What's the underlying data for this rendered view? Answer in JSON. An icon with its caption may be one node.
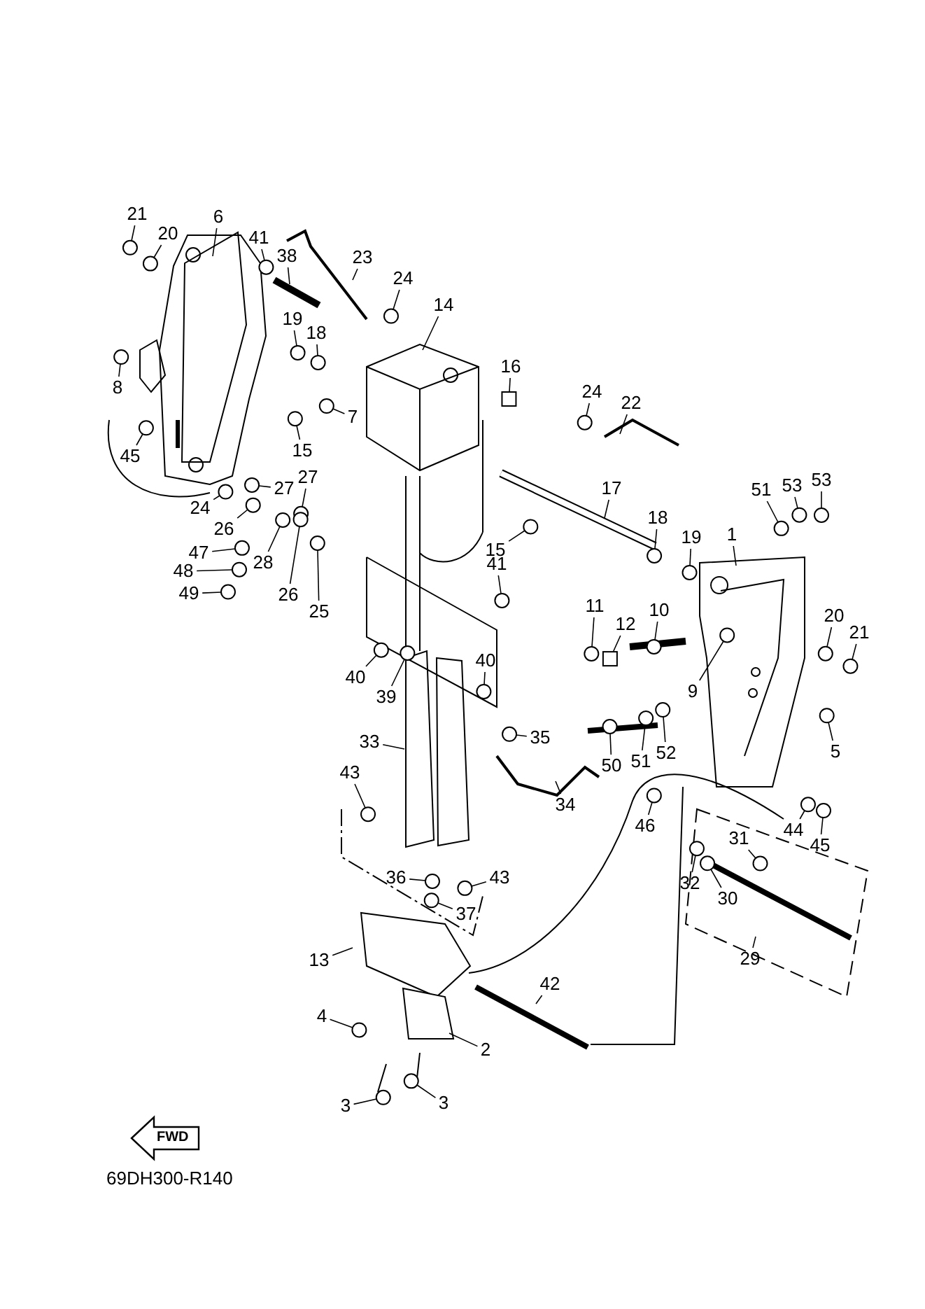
{
  "diagram": {
    "nodes": [
      {
        "text": [
          "21"
        ]
      },
      {
        "text": [
          "20"
        ]
      },
      {
        "text": [
          "6"
        ]
      },
      {
        "text": [
          "41"
        ]
      },
      {
        "text": [
          "38"
        ]
      },
      {
        "text": [
          "23"
        ]
      },
      {
        "text": [
          "24"
        ]
      },
      {
        "text": [
          "14"
        ]
      },
      {
        "text": [
          "19"
        ]
      },
      {
        "text": [
          "18"
        ]
      },
      {
        "text": [
          "8"
        ]
      },
      {
        "text": [
          "7"
        ]
      },
      {
        "text": [
          "15"
        ]
      },
      {
        "text": [
          "16"
        ]
      },
      {
        "text": [
          "24"
        ]
      },
      {
        "text": [
          "22"
        ]
      },
      {
        "text": [
          "45"
        ]
      },
      {
        "text": [
          "17"
        ]
      },
      {
        "text": [
          "51"
        ]
      },
      {
        "text": [
          "53"
        ]
      },
      {
        "text": [
          "53"
        ]
      },
      {
        "text": [
          "18"
        ]
      },
      {
        "text": [
          "27"
        ]
      },
      {
        "text": [
          "27"
        ]
      },
      {
        "text": [
          "24"
        ]
      },
      {
        "text": [
          "26"
        ]
      },
      {
        "text": [
          "1"
        ]
      },
      {
        "text": [
          "19"
        ]
      },
      {
        "text": [
          "15"
        ]
      },
      {
        "text": [
          "47"
        ]
      },
      {
        "text": [
          "28"
        ]
      },
      {
        "text": [
          "48"
        ]
      },
      {
        "text": [
          "26"
        ]
      },
      {
        "text": [
          "25"
        ]
      },
      {
        "text": [
          "49"
        ]
      },
      {
        "text": [
          "41"
        ]
      },
      {
        "text": [
          "11"
        ]
      },
      {
        "text": [
          "10"
        ]
      },
      {
        "text": [
          "12"
        ]
      },
      {
        "text": [
          "20"
        ]
      },
      {
        "text": [
          "21"
        ]
      },
      {
        "text": [
          "9"
        ]
      },
      {
        "text": [
          "40"
        ]
      },
      {
        "text": [
          "39"
        ]
      },
      {
        "text": [
          "40"
        ]
      },
      {
        "text": [
          "35"
        ]
      },
      {
        "text": [
          "33"
        ]
      },
      {
        "text": [
          "50"
        ]
      },
      {
        "text": [
          "51"
        ]
      },
      {
        "text": [
          "52"
        ]
      },
      {
        "text": [
          "5"
        ]
      },
      {
        "text": [
          "43"
        ]
      },
      {
        "text": [
          "34"
        ]
      },
      {
        "text": [
          "46"
        ]
      },
      {
        "text": [
          "44"
        ]
      },
      {
        "text": [
          "45"
        ]
      },
      {
        "text": [
          "32"
        ]
      },
      {
        "text": [
          "31"
        ]
      },
      {
        "text": [
          "36"
        ]
      },
      {
        "text": [
          "43"
        ]
      },
      {
        "text": [
          "30"
        ]
      },
      {
        "text": [
          "37"
        ]
      },
      {
        "text": [
          "29"
        ]
      },
      {
        "text": [
          "13"
        ]
      },
      {
        "text": [
          "42"
        ]
      },
      {
        "text": [
          "4"
        ]
      },
      {
        "text": [
          "2"
        ]
      },
      {
        "text": [
          "3"
        ]
      },
      {
        "text": [
          "3"
        ]
      },
      {
        "text": [],
        "shape": "circle"
      },
      {
        "text": [],
        "shape": "circle"
      },
      {
        "text": [],
        "shape": "circle"
      },
      {
        "text": [],
        "shape": "circle"
      },
      {
        "text": [],
        "shape": "circle"
      },
      {
        "text": [],
        "shape": "circle"
      },
      {
        "text": [],
        "shape": "circle"
      },
      {
        "text": [],
        "shape": "circle"
      },
      {
        "text": [],
        "shape": "circle"
      },
      {
        "text": [],
        "shape": "box"
      },
      {
        "text": [],
        "shape": "circle"
      },
      {
        "text": [],
        "shape": "circle"
      },
      {
        "text": [],
        "shape": "circle"
      },
      {
        "text": [],
        "shape": "circle"
      },
      {
        "text": [],
        "shape": "circle"
      },
      {
        "text": [],
        "shape": "circle"
      },
      {
        "text": [],
        "shape": "circle"
      },
      {
        "text": [],
        "shape": "circle"
      },
      {
        "text": [],
        "shape": "circle"
      },
      {
        "text": [],
        "shape": "circle"
      },
      {
        "text": [],
        "shape": "circle"
      },
      {
        "text": [],
        "shape": "circle"
      },
      {
        "text": [],
        "shape": "circle"
      },
      {
        "text": [],
        "shape": "circle"
      },
      {
        "text": [],
        "shape": "circle"
      },
      {
        "text": [],
        "shape": "circle"
      },
      {
        "text": [],
        "shape": "circle"
      },
      {
        "text": [],
        "shape": "circle"
      },
      {
        "text": [],
        "shape": "circle"
      },
      {
        "text": [],
        "shape": "circle"
      },
      {
        "text": [],
        "shape": "circle"
      },
      {
        "text": [],
        "shape": "box"
      },
      {
        "text": [],
        "shape": "circle"
      },
      {
        "text": [],
        "shape": "circle"
      },
      {
        "text": [],
        "shape": "circle"
      },
      {
        "text": [],
        "shape": "circle"
      },
      {
        "text": [],
        "shape": "circle"
      },
      {
        "text": [],
        "shape": "circle"
      },
      {
        "text": [],
        "shape": "circle"
      },
      {
        "text": [],
        "shape": "circle"
      },
      {
        "text": [],
        "shape": "circle"
      },
      {
        "text": [],
        "shape": "circle"
      },
      {
        "text": [],
        "shape": "circle"
      },
      {
        "text": [],
        "shape": "circle"
      },
      {
        "text": [],
        "shape": "circle"
      },
      {
        "text": [],
        "shape": "circle"
      },
      {
        "text": [],
        "shape": "circle"
      },
      {
        "text": [],
        "shape": "circle"
      },
      {
        "text": [],
        "shape": "circle"
      },
      {
        "text": [],
        "shape": "circle"
      },
      {
        "text": [],
        "shape": "circle"
      },
      {
        "text": [],
        "shape": "circle"
      },
      {
        "text": [],
        "shape": "circle"
      },
      {
        "text": [],
        "shape": "circle"
      },
      {
        "text": [],
        "shape": "circle"
      },
      {
        "text": [],
        "shape": "circle"
      }
    ],
    "edges": [
      {
        "from": 0,
        "to": 69,
        "arrow": "none"
      },
      {
        "from": 1,
        "to": 70,
        "arrow": "none"
      },
      {
        "from": 2,
        "to": null,
        "arrow": "none"
      },
      {
        "from": 3,
        "to": 71,
        "arrow": "none"
      },
      {
        "from": 4,
        "to": null,
        "arrow": "none"
      },
      {
        "from": 5,
        "to": null,
        "arrow": "none"
      },
      {
        "from": 6,
        "to": 72,
        "arrow": "none"
      },
      {
        "from": 7,
        "to": null,
        "arrow": "none"
      },
      {
        "from": 8,
        "to": 73,
        "arrow": "none"
      },
      {
        "from": 9,
        "to": 74,
        "arrow": "none"
      },
      {
        "from": 10,
        "to": 75,
        "arrow": "none"
      },
      {
        "from": 11,
        "to": 76,
        "arrow": "none"
      },
      {
        "from": 12,
        "to": 77,
        "arrow": "none"
      },
      {
        "from": 13,
        "to": 78,
        "arrow": "none"
      },
      {
        "from": 14,
        "to": 79,
        "arrow": "none"
      },
      {
        "from": 15,
        "to": null,
        "arrow": "none"
      },
      {
        "from": 16,
        "to": 80,
        "arrow": "none"
      },
      {
        "from": 17,
        "to": null,
        "arrow": "none"
      },
      {
        "from": 18,
        "to": 81,
        "arrow": "none"
      },
      {
        "from": 19,
        "to": 82,
        "arrow": "none"
      },
      {
        "from": 20,
        "to": 83,
        "arrow": "none"
      },
      {
        "from": 21,
        "to": 84,
        "arrow": "none"
      },
      {
        "from": 22,
        "to": 85,
        "arrow": "none"
      },
      {
        "from": 23,
        "to": 86,
        "arrow": "none"
      },
      {
        "from": 24,
        "to": 87,
        "arrow": "none"
      },
      {
        "from": 25,
        "to": 88,
        "arrow": "none"
      },
      {
        "from": 26,
        "to": null,
        "arrow": "none"
      },
      {
        "from": 27,
        "to": 89,
        "arrow": "none"
      },
      {
        "from": 28,
        "to": 90,
        "arrow": "none"
      },
      {
        "from": 29,
        "to": 91,
        "arrow": "none"
      },
      {
        "from": 30,
        "to": 92,
        "arrow": "none"
      },
      {
        "from": 31,
        "to": 93,
        "arrow": "none"
      },
      {
        "from": 32,
        "to": 94,
        "arrow": "none"
      },
      {
        "from": 33,
        "to": 95,
        "arrow": "none"
      },
      {
        "from": 34,
        "to": 96,
        "arrow": "none"
      },
      {
        "from": 35,
        "to": 97,
        "arrow": "none"
      },
      {
        "from": 36,
        "to": 98,
        "arrow": "none"
      },
      {
        "from": 37,
        "to": 99,
        "arrow": "none"
      },
      {
        "from": 38,
        "to": 100,
        "arrow": "none"
      },
      {
        "from": 39,
        "to": 101,
        "arrow": "none"
      },
      {
        "from": 40,
        "to": 102,
        "arrow": "none"
      },
      {
        "from": 41,
        "to": 103,
        "arrow": "none"
      },
      {
        "from": 42,
        "to": 104,
        "arrow": "none"
      },
      {
        "from": 43,
        "to": 105,
        "arrow": "none"
      },
      {
        "from": 44,
        "to": 106,
        "arrow": "none"
      },
      {
        "from": 45,
        "to": 107,
        "arrow": "none"
      },
      {
        "from": 46,
        "to": null,
        "arrow": "none"
      },
      {
        "from": 47,
        "to": 108,
        "arrow": "none"
      },
      {
        "from": 48,
        "to": 109,
        "arrow": "none"
      },
      {
        "from": 49,
        "to": 110,
        "arrow": "none"
      },
      {
        "from": 50,
        "to": 111,
        "arrow": "none"
      },
      {
        "from": 51,
        "to": 112,
        "arrow": "none"
      },
      {
        "from": 52,
        "to": null,
        "arrow": "none"
      },
      {
        "from": 53,
        "to": 113,
        "arrow": "none"
      },
      {
        "from": 54,
        "to": 114,
        "arrow": "none"
      },
      {
        "from": 55,
        "to": 115,
        "arrow": "none"
      },
      {
        "from": 56,
        "to": 116,
        "arrow": "none"
      },
      {
        "from": 57,
        "to": 117,
        "arrow": "none"
      },
      {
        "from": 58,
        "to": 118,
        "arrow": "none"
      },
      {
        "from": 59,
        "to": 119,
        "arrow": "none"
      },
      {
        "from": 60,
        "to": 120,
        "arrow": "none"
      },
      {
        "from": 61,
        "to": 121,
        "arrow": "none"
      },
      {
        "from": 62,
        "to": null,
        "arrow": "none"
      },
      {
        "from": 63,
        "to": null,
        "arrow": "none"
      },
      {
        "from": 64,
        "to": null,
        "arrow": "none"
      },
      {
        "from": 65,
        "to": 122,
        "arrow": "none"
      },
      {
        "from": 66,
        "to": null,
        "arrow": "none"
      },
      {
        "from": 67,
        "to": 123,
        "arrow": "none"
      },
      {
        "from": 68,
        "to": 124,
        "arrow": "none"
      }
    ],
    "labels": [
      "FWD",
      "69DH300-R140"
    ]
  }
}
